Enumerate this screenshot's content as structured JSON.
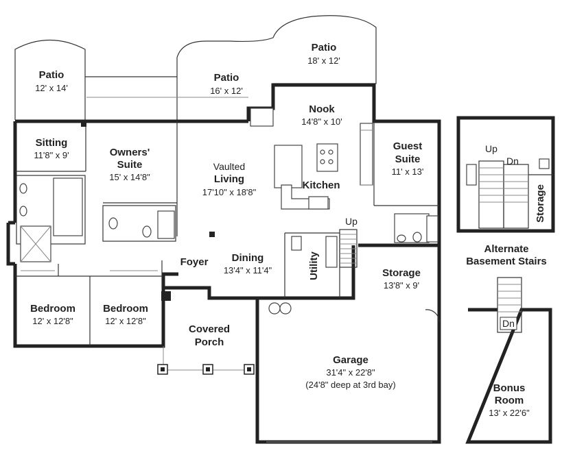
{
  "rooms": {
    "patio_left": {
      "name": "Patio",
      "dim": "12' x 14'"
    },
    "patio_center": {
      "name": "Patio",
      "dim": "16' x 12'"
    },
    "patio_right": {
      "name": "Patio",
      "dim": "18' x 12'"
    },
    "sitting": {
      "name": "Sitting",
      "dim": "11'8\" x 9'"
    },
    "owners_suite": {
      "name_line1": "Owners'",
      "name_line2": "Suite",
      "dim": "15' x 14'8\""
    },
    "living": {
      "prefix": "Vaulted",
      "name": "Living",
      "dim": "17'10\" x 18'8\""
    },
    "nook": {
      "name": "Nook",
      "dim": "14'8\" x 10'"
    },
    "kitchen": {
      "name": "Kitchen"
    },
    "guest_suite": {
      "name_line1": "Guest",
      "name_line2": "Suite",
      "dim": "11' x 13'"
    },
    "foyer": {
      "name": "Foyer"
    },
    "dining": {
      "name": "Dining",
      "dim": "13'4\" x 11'4\""
    },
    "utility": {
      "name": "Utility"
    },
    "storage": {
      "name": "Storage",
      "dim": "13'8\" x 9'"
    },
    "bedroom_left": {
      "name": "Bedroom",
      "dim": "12' x 12'8\""
    },
    "bedroom_right": {
      "name": "Bedroom",
      "dim": "12' x 12'8\""
    },
    "covered_porch": {
      "line1": "Covered",
      "line2": "Porch"
    },
    "garage": {
      "name": "Garage",
      "dim": "31'4\" x 22'8\"",
      "note": "(24'8\" deep at 3rd bay)"
    },
    "bonus_room": {
      "name_line1": "Bonus",
      "name_line2": "Room",
      "dim": "13' x 22'6\""
    },
    "basement_storage": {
      "name": "Storage"
    }
  },
  "labels": {
    "up_main": "Up",
    "alt_up": "Up",
    "alt_dn": "Dn",
    "bonus_dn": "Dn",
    "alt_caption_line1": "Alternate",
    "alt_caption_line2": "Basement Stairs"
  }
}
